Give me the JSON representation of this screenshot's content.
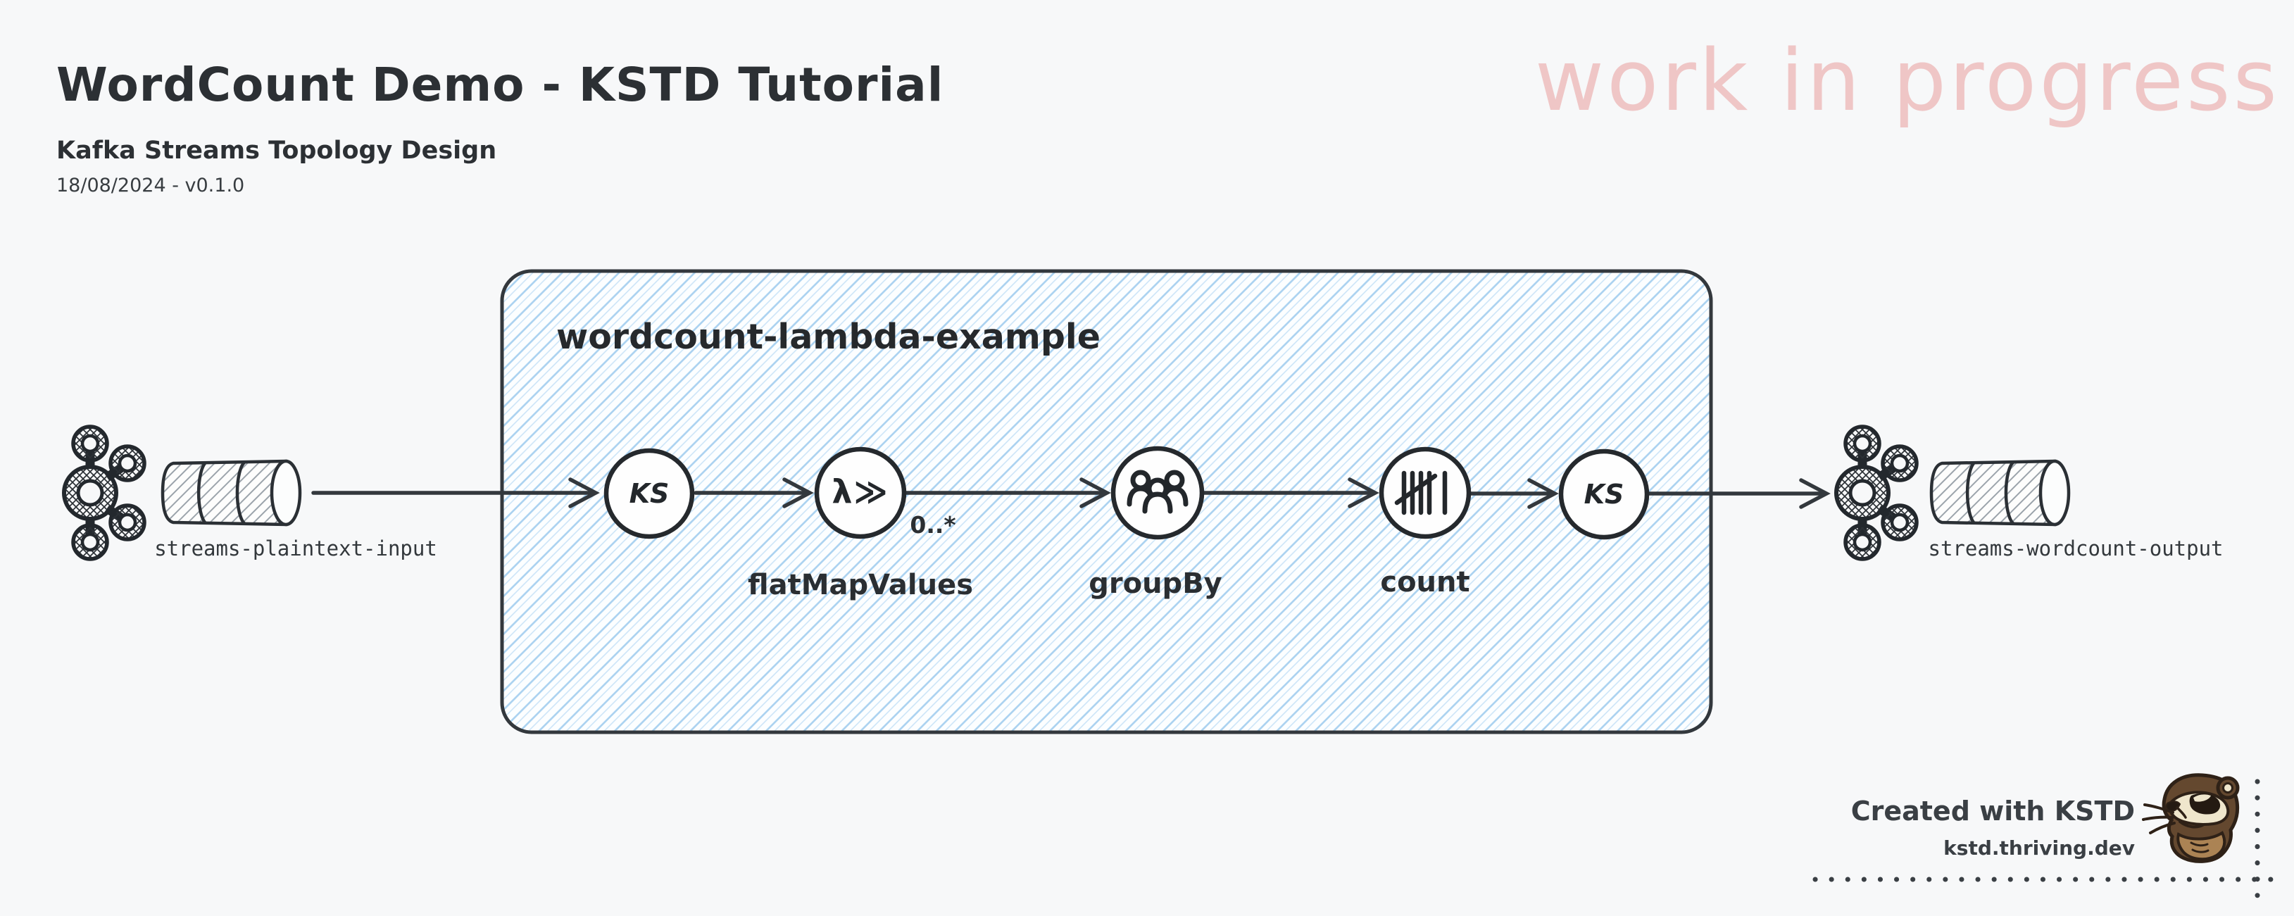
{
  "colors": {
    "background": "#f7f8f9",
    "ink": "#33383d",
    "watermark_pink": "#efc6c6",
    "hatch_blue": "#a9d1f0",
    "node_fill": "#fefefe",
    "otter_brown": "#64482f",
    "otter_cream": "#efe6cc",
    "otter_tan": "#ab8354"
  },
  "header": {
    "title": "WordCount Demo - KSTD Tutorial",
    "subtitle": "Kafka Streams Topology Design",
    "version_line": "18/08/2024 - v0.1.0",
    "watermark": "work in progress"
  },
  "topology": {
    "group_label": "wordcount-lambda-example",
    "input_topic": {
      "label": "streams-plaintext-input",
      "icon": "kafka-logo-icon",
      "shape": "topic-cylinder"
    },
    "output_topic": {
      "label": "streams-wordcount-output",
      "icon": "kafka-logo-icon",
      "shape": "topic-cylinder"
    },
    "nodes": [
      {
        "id": "source",
        "icon_text": "KS",
        "label": ""
      },
      {
        "id": "flat-map-values",
        "icon_text": "λ≫",
        "label": "flatMapValues",
        "edge_label": "0..*"
      },
      {
        "id": "group-by",
        "icon": "group-people-icon",
        "label": "groupBy"
      },
      {
        "id": "count",
        "icon": "tally-marks-icon",
        "label": "count"
      },
      {
        "id": "sink",
        "icon_text": "KS",
        "label": ""
      }
    ]
  },
  "footer": {
    "credit": "Created with KSTD",
    "url": "kstd.thriving.dev",
    "logo": "otter-mascot"
  }
}
